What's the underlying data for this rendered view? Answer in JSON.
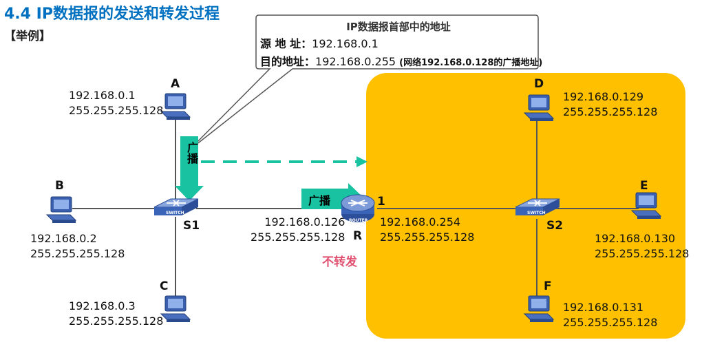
{
  "header": {
    "title": "4.4 IP数据报的发送和转发过程",
    "subtitle": "【举例】"
  },
  "callout": {
    "title": "IP数据报首部中的地址",
    "src_label": "源 地 址：",
    "src_value": "192.168.0.1",
    "dst_label": "目的地址：",
    "dst_value": "192.168.0.255",
    "dst_note": "(网络192.168.0.128的广播地址)"
  },
  "hosts": {
    "A": {
      "name": "A",
      "ip": "192.168.0.1",
      "mask": "255.255.255.128"
    },
    "B": {
      "name": "B",
      "ip": "192.168.0.2",
      "mask": "255.255.255.128"
    },
    "C": {
      "name": "C",
      "ip": "192.168.0.3",
      "mask": "255.255.255.128"
    },
    "D": {
      "name": "D",
      "ip": "192.168.0.129",
      "mask": "255.255.255.128"
    },
    "E": {
      "name": "E",
      "ip": "192.168.0.130",
      "mask": "255.255.255.128"
    },
    "F": {
      "name": "F",
      "ip": "192.168.0.131",
      "mask": "255.255.255.128"
    }
  },
  "switches": {
    "s1": "S1",
    "s2": "S2",
    "device_text": "SWITCH"
  },
  "router": {
    "name": "R",
    "device_text": "ROUTER",
    "port0_ip": "192.168.0.126",
    "port0_mask": "255.255.255.128",
    "port1_label": "1",
    "port1_ip": "192.168.0.254",
    "port1_mask": "255.255.255.128"
  },
  "tags": {
    "broadcast_vertical": "广播",
    "broadcast_horizontal": "广播",
    "not_forward": "不转发"
  },
  "colors": {
    "zone": "#ffc000",
    "tag": "#19c2a0",
    "title": "#0070c0",
    "not_forward": "#e05070"
  }
}
